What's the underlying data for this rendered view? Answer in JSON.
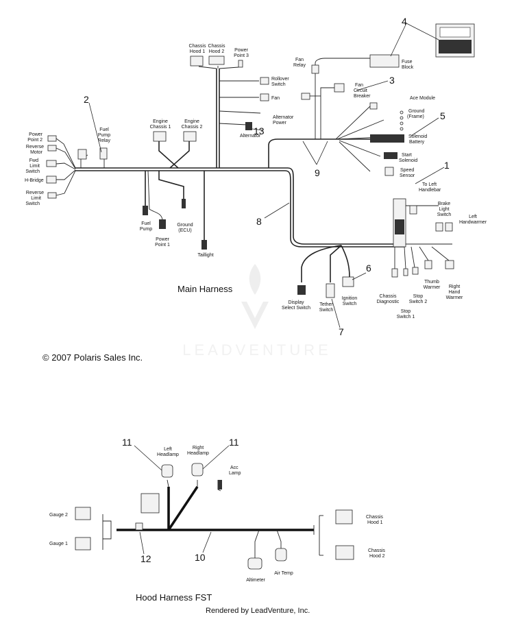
{
  "main_harness": {
    "title": "Main Harness",
    "labels": {
      "chassis_hood_1": [
        "Chassis",
        "Hood 1"
      ],
      "chassis_hood_2": [
        "Chassis",
        "Hood 2"
      ],
      "power_point_3": [
        "Power",
        "Point 3"
      ],
      "rollover_switch": [
        "Rollover",
        "Switch"
      ],
      "fan": "Fan",
      "alternator_power": [
        "Alternator",
        "Power"
      ],
      "alternator": "Alternator",
      "fan_relay": [
        "Fan",
        "Relay"
      ],
      "fuse_block": [
        "Fuse",
        "Block"
      ],
      "fan_circuit_breaker": [
        "Fan",
        "Circuit",
        "Breaker"
      ],
      "ace_module": "Ace Module",
      "ground_frame": [
        "Ground",
        "(Frame)"
      ],
      "solenoid_battery": [
        "Solenoid",
        "Battery"
      ],
      "start_solenoid": [
        "Start",
        "Solenoid"
      ],
      "speed_sensor": [
        "Speed",
        "Sensor"
      ],
      "to_left_handlebar": [
        "To Left",
        "Handlebar"
      ],
      "brake_light_switch": [
        "Brake",
        "Light",
        "Switch"
      ],
      "left_handwarmer": [
        "Left",
        "Handwarmer"
      ],
      "power_point_2": [
        "Power",
        "Point 2"
      ],
      "reverse_motor": [
        "Reverse",
        "Motor"
      ],
      "fwd_limit_switch": [
        "Fwd",
        "Limit",
        "Switch"
      ],
      "h_bridge": "H-Bridge",
      "reverse_limit_switch": [
        "Reverse",
        "Limit",
        "Switch"
      ],
      "fuel_pump_relay": [
        "Fuel",
        "Pump",
        "Relay"
      ],
      "engine_chassis_1": [
        "Engine",
        "Chassis 1"
      ],
      "engine_chassis_2": [
        "Engine",
        "Chassis 2"
      ],
      "fuel_pump": [
        "Fuel",
        "Pump"
      ],
      "power_point_1": [
        "Power",
        "Point 1"
      ],
      "ground_ecu": [
        "Ground",
        "(ECU)"
      ],
      "taillight": "Taillight",
      "display_select_switch": [
        "Display",
        "Select Switch"
      ],
      "tether_switch": [
        "Tether",
        "Switch"
      ],
      "ignition_switch": [
        "Ignition",
        "Switch"
      ],
      "chassis_diagnostic": [
        "Chassis",
        "Diagnostic"
      ],
      "stop_switch_1": [
        "Stop",
        "Switch 1"
      ],
      "stop_switch_2": [
        "Stop",
        "Switch 2"
      ],
      "thumb_warmer": [
        "Thumb",
        "Warmer"
      ],
      "right_hand_warmer": [
        "Right",
        "Hand",
        "Warmer"
      ]
    },
    "callouts": {
      "c1": "1",
      "c2": "2",
      "c3": "3",
      "c4": "4",
      "c5": "5",
      "c6": "6",
      "c7": "7",
      "c8": "8",
      "c9": "9",
      "c13": "13"
    }
  },
  "copyright": "© 2007 Polaris Sales Inc.",
  "watermark": "LEADVENTURE",
  "hood_harness": {
    "title": "Hood Harness  FST",
    "labels": {
      "left_headlamp": [
        "Left",
        "Headlamp"
      ],
      "right_headlamp": [
        "Right",
        "Headlamp"
      ],
      "acc_lamp": [
        "Acc",
        "Lamp"
      ],
      "gauge_2": "Gauge 2",
      "gauge_1": "Gauge 1",
      "chassis_hood_1": [
        "Chassis",
        "Hood 1"
      ],
      "chassis_hood_2": [
        "Chassis",
        "Hood 2"
      ],
      "altimeter": "Altimeter",
      "air_temp": "Air Temp"
    },
    "callouts": {
      "c10": "10",
      "c11a": "11",
      "c11b": "11",
      "c12": "12"
    }
  },
  "footer": "Rendered by LeadVenture, Inc."
}
